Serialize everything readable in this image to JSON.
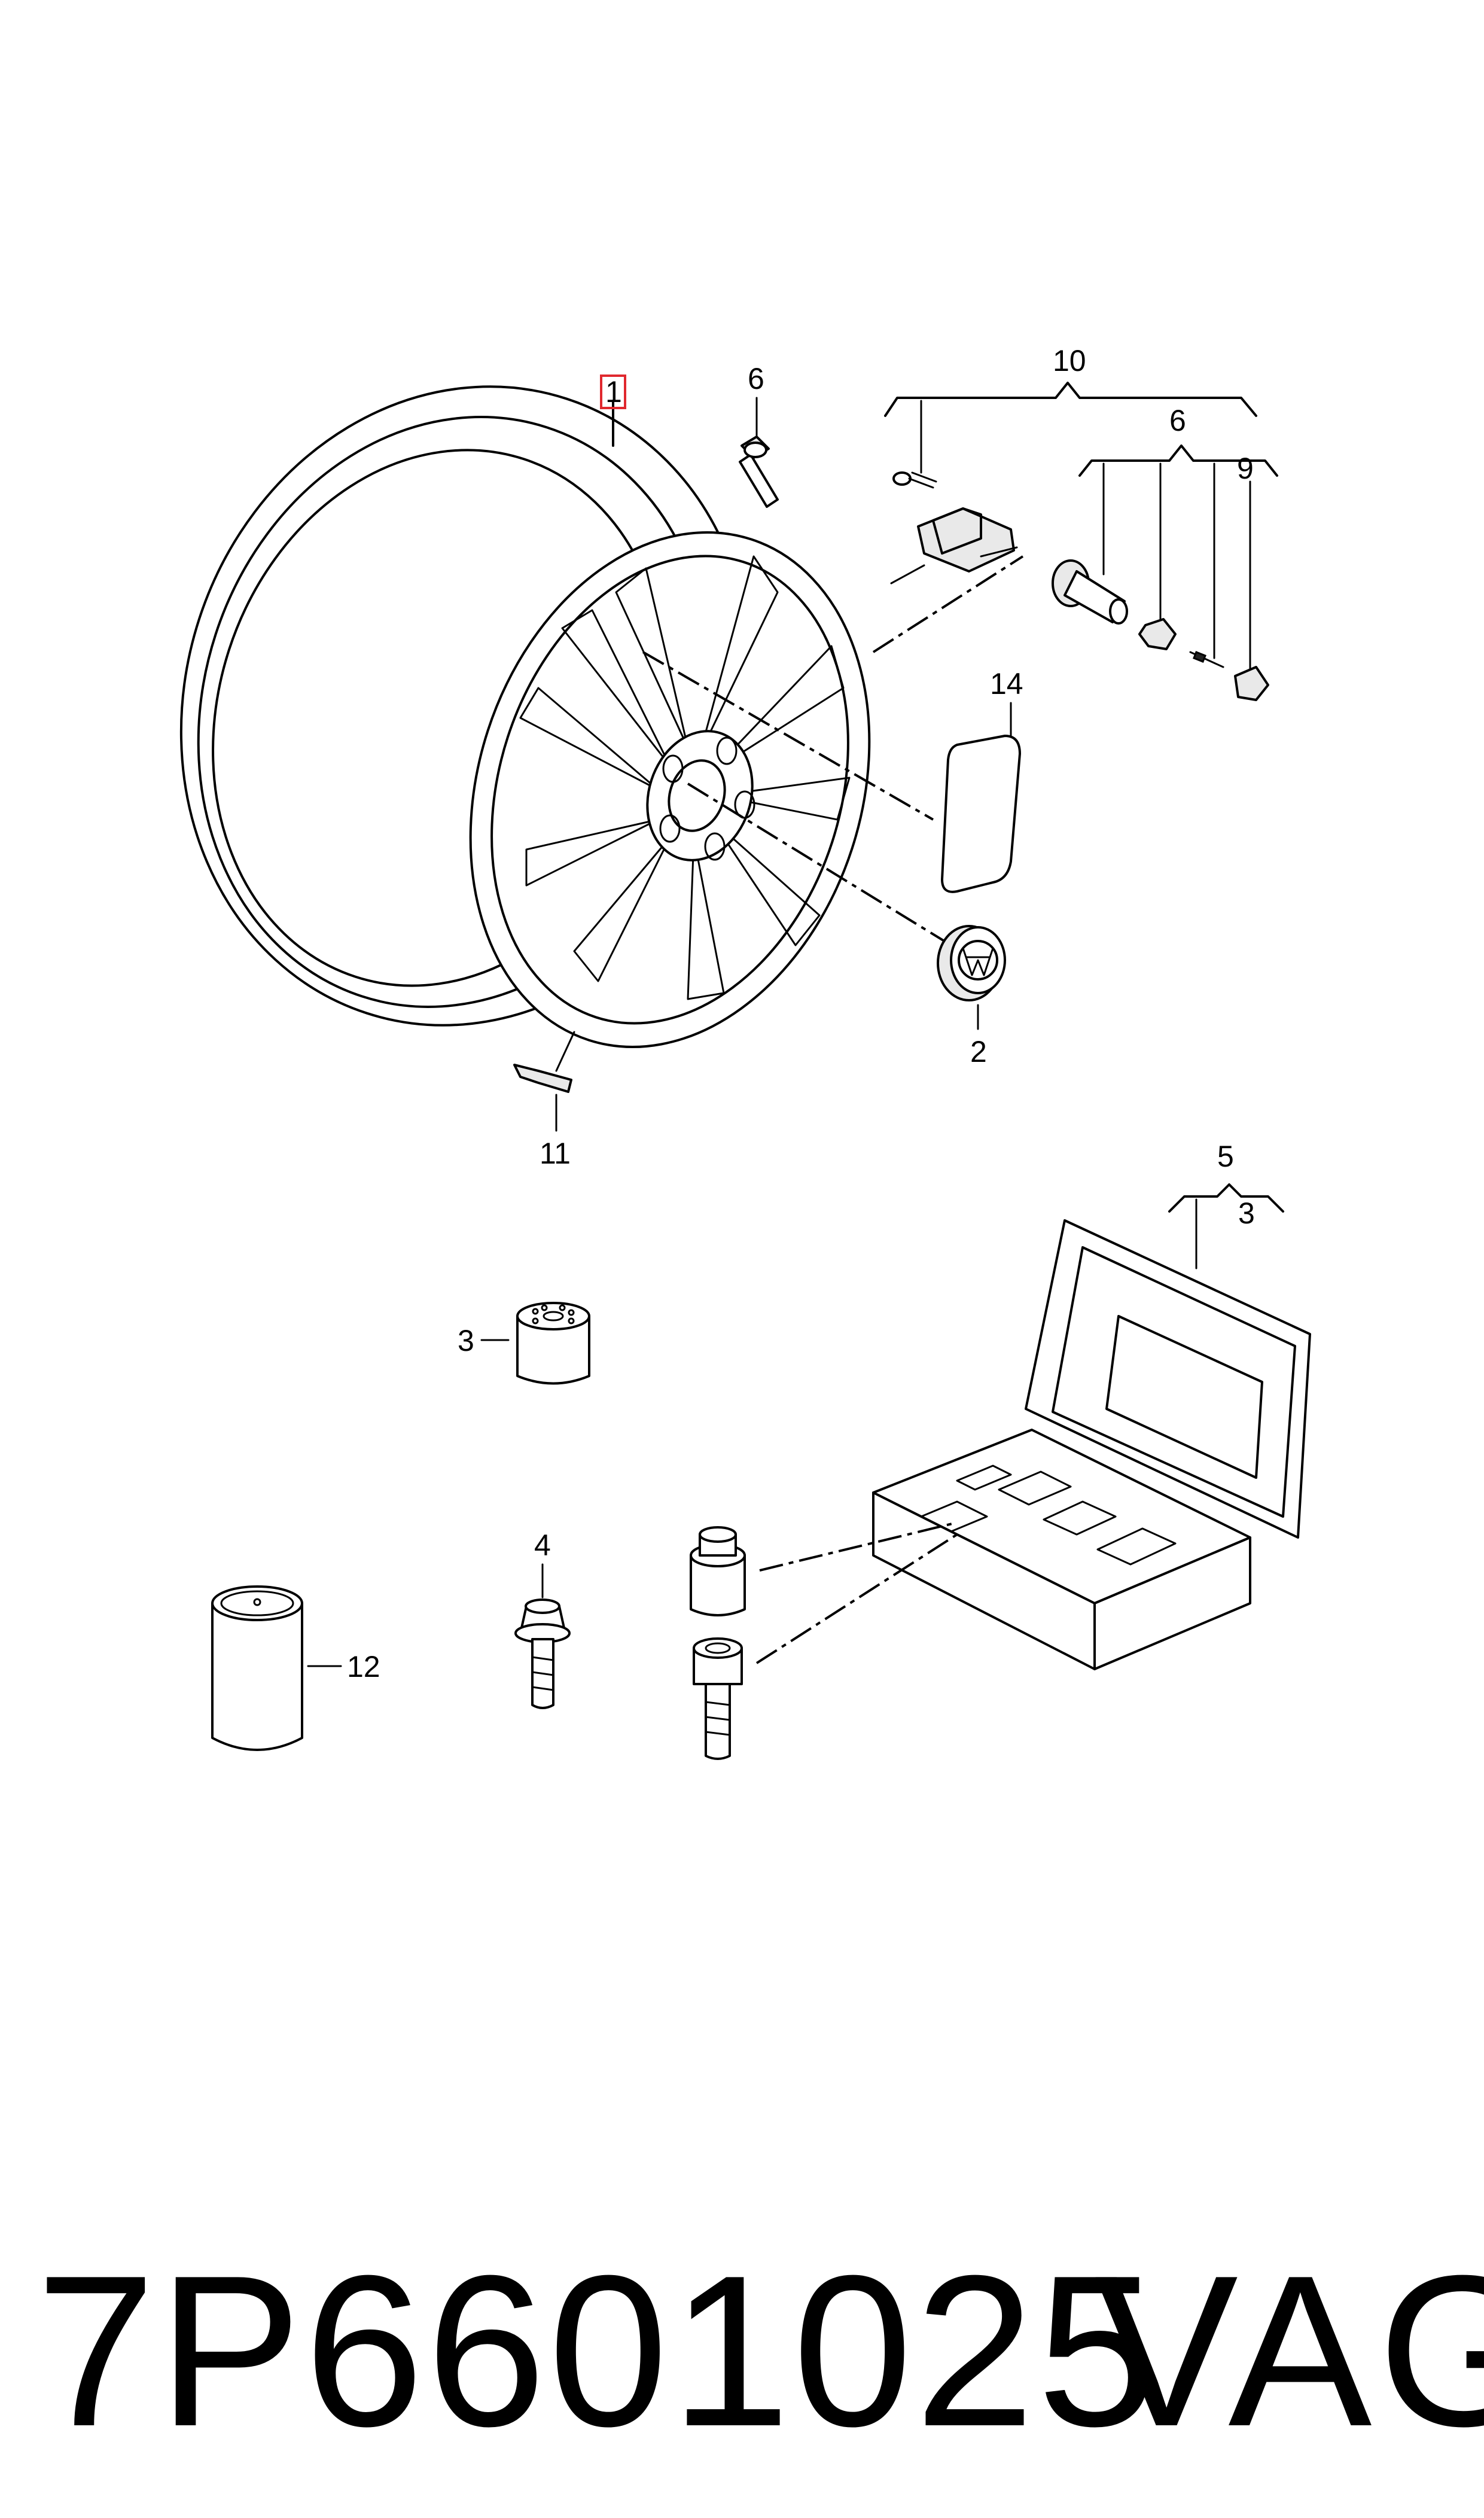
{
  "callouts": {
    "wheel_rim": "1",
    "center_cap": "2",
    "lock_adapter": "3",
    "lock_adapter_in_case": "3",
    "wheel_bolt": "4",
    "lock_bolt_set": "5",
    "valve_top": "6",
    "valve_kit": "6",
    "valve_cap": "9",
    "tpms_sensor_set": "10",
    "balance_weight": "11",
    "repair_sealant": "12",
    "bolt_cap": "14"
  },
  "footer": {
    "part_number": "7P6601025",
    "brand": "VAG"
  },
  "colors": {
    "line": "#000000",
    "highlight_box": "#e0282e",
    "background": "#ffffff"
  }
}
